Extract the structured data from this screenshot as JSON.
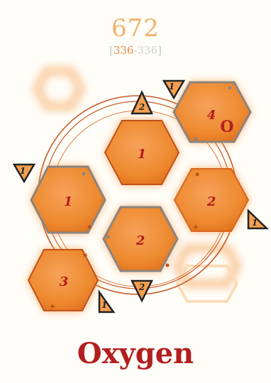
{
  "score": "672",
  "subscore": {
    "left": "336",
    "sep": "-",
    "right": "336"
  },
  "element_name": "Oxygen",
  "symbol": "O",
  "tiles": [
    {
      "id": "top",
      "number": "1"
    },
    {
      "id": "upper-right",
      "number": "4"
    },
    {
      "id": "left",
      "number": "1"
    },
    {
      "id": "right",
      "number": "2"
    },
    {
      "id": "center",
      "number": "2"
    },
    {
      "id": "lower-left",
      "number": "3"
    }
  ],
  "markers": [
    {
      "id": "marker-top",
      "label": "2"
    },
    {
      "id": "marker-upper-right",
      "label": "1"
    },
    {
      "id": "marker-left",
      "label": "1"
    },
    {
      "id": "marker-right",
      "label": "1"
    },
    {
      "id": "marker-bottom",
      "label": "2"
    },
    {
      "id": "marker-lower-left",
      "label": "1"
    }
  ],
  "colors": {
    "tile_fill": "#f08a2c",
    "tile_edge": "#c0521b",
    "ghost": "#f7c08a",
    "ring": "#c85a28",
    "title": "#b21f1f"
  }
}
